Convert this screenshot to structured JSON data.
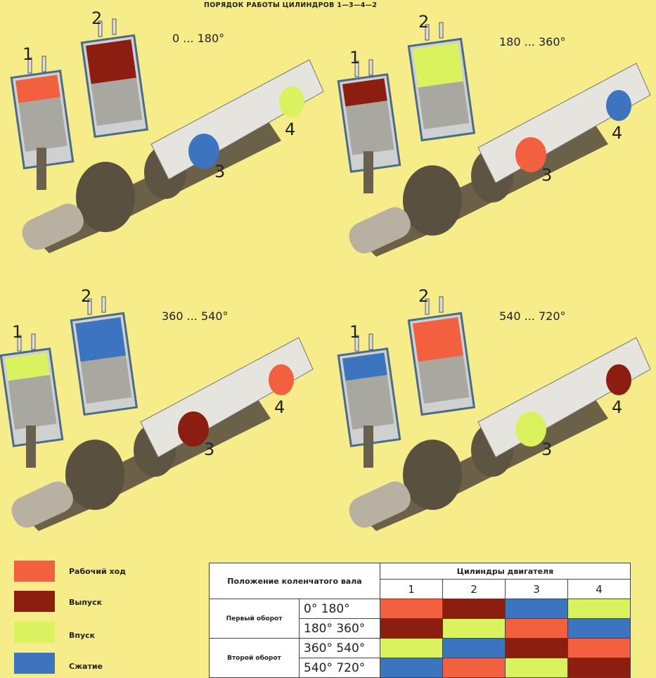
{
  "title": "ПОРЯДОК РАБОТЫ ЦИЛИНДРОВ 1—3—4—2",
  "colors": {
    "background": "#f7ec8a",
    "working": "#f2603f",
    "exhaust": "#8b1e10",
    "intake": "#d9f25e",
    "compression": "#3d74c0"
  },
  "panels": [
    {
      "angle": "0 ... 180°",
      "labels": [
        "1",
        "2",
        "3",
        "4"
      ],
      "phases": [
        "working",
        "exhaust",
        "compression",
        "intake"
      ]
    },
    {
      "angle": "180 ... 360°",
      "labels": [
        "1",
        "2",
        "3",
        "4"
      ],
      "phases": [
        "exhaust",
        "intake",
        "working",
        "compression"
      ]
    },
    {
      "angle": "360 ... 540°",
      "labels": [
        "1",
        "2",
        "3",
        "4"
      ],
      "phases": [
        "intake",
        "compression",
        "exhaust",
        "working"
      ]
    },
    {
      "angle": "540 ... 720°",
      "labels": [
        "1",
        "2",
        "3",
        "4"
      ],
      "phases": [
        "compression",
        "working",
        "intake",
        "exhaust"
      ]
    }
  ],
  "legend": [
    {
      "key": "working",
      "label": "Рабочий ход"
    },
    {
      "key": "exhaust",
      "label": "Выпуск"
    },
    {
      "key": "intake",
      "label": "Впуск"
    },
    {
      "key": "compression",
      "label": "Сжатие"
    }
  ],
  "table": {
    "position_header": "Положение коленчатого вала",
    "cylinders_header": "Цилиндры двигателя",
    "cylinders": [
      "1",
      "2",
      "3",
      "4"
    ],
    "revolutions": [
      "Первый оборот",
      "Второй оборот"
    ],
    "ranges": [
      "0° 180°",
      "180° 360°",
      "360° 540°",
      "540° 720°"
    ]
  }
}
